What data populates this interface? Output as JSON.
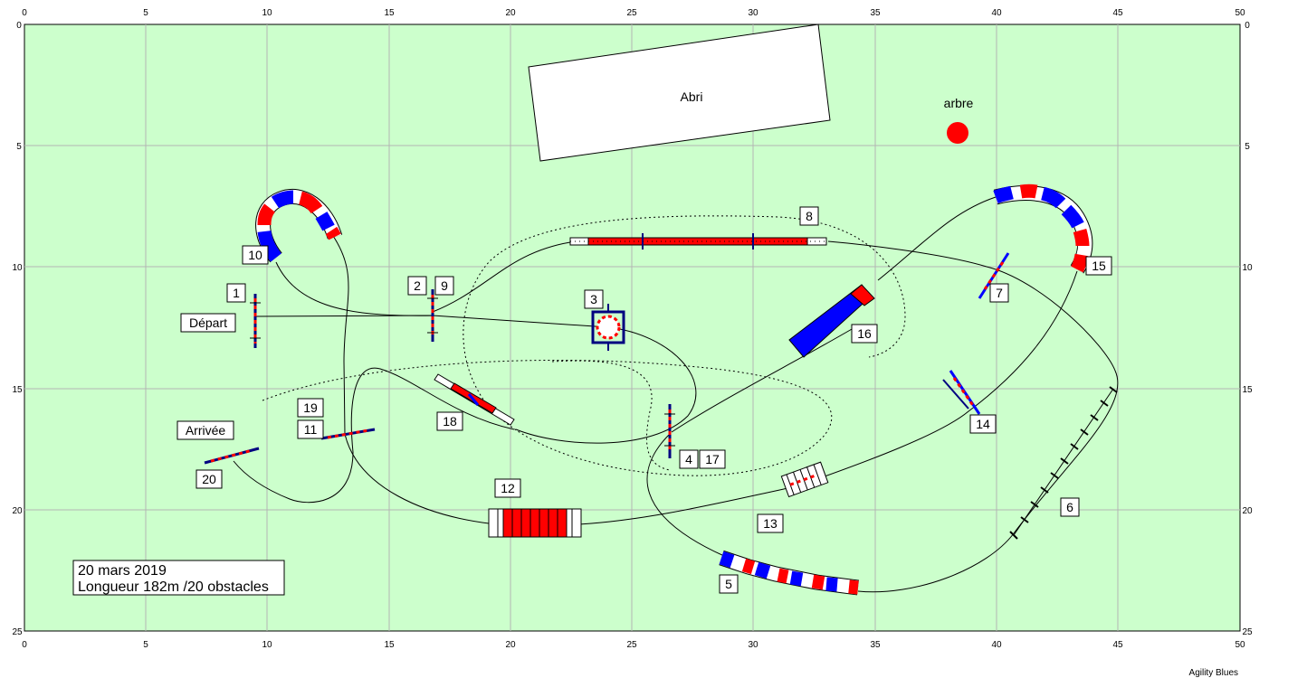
{
  "field": {
    "x_ticks": [
      "0",
      "5",
      "10",
      "15",
      "20",
      "25",
      "30",
      "35",
      "40",
      "45",
      "50"
    ],
    "y_ticks": [
      "0",
      "5",
      "10",
      "15",
      "20",
      "25"
    ],
    "grass_color": "#ccffcc",
    "grid_color": "#b4b4b4"
  },
  "labels": {
    "shelter": "Abri",
    "tree": "arbre",
    "start": "Départ",
    "finish": "Arrivée"
  },
  "numbers": {
    "n1": "1",
    "n2": "2",
    "n3": "3",
    "n4": "4",
    "n5": "5",
    "n6": "6",
    "n7": "7",
    "n8": "8",
    "n9": "9",
    "n10": "10",
    "n11": "11",
    "n12": "12",
    "n13": "13",
    "n14": "14",
    "n15": "15",
    "n16": "16",
    "n17": "17",
    "n18": "18",
    "n19": "19",
    "n20": "20"
  },
  "info": {
    "date": "20 mars 2019",
    "length": "Longueur 182m /20 obstacles"
  },
  "footer": {
    "brand": "Agility Blues"
  },
  "colors": {
    "red": "#ff0000",
    "blue": "#0000ff",
    "navy": "#000080",
    "tree": "#ff0000"
  }
}
